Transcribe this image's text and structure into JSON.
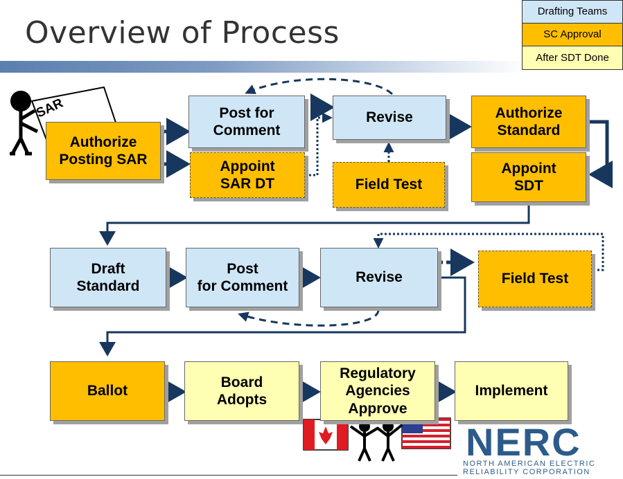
{
  "title": "Overview of Process",
  "legend": [
    "Drafting Teams",
    "SC Approval",
    "After SDT Done"
  ],
  "sar_label": "SAR",
  "boxes": {
    "authorize_posting_sar": "Authorize\nPosting SAR",
    "post_for_comment_1": "Post for\nComment",
    "appoint_sar_dt": "Appoint\nSAR DT",
    "revise_1": "Revise",
    "field_test_1": "Field Test",
    "authorize_standard": "Authorize\nStandard",
    "appoint_sdt": "Appoint\nSDT",
    "draft_standard": "Draft\nStandard",
    "post_for_comment_2": "Post\nfor Comment",
    "revise_2": "Revise",
    "field_test_2": "Field Test",
    "ballot": "Ballot",
    "board_adopts": "Board\nAdopts",
    "regulatory_agencies_approve": "Regulatory\nAgencies\nApprove",
    "implement": "Implement"
  },
  "logo": {
    "name": "NERC",
    "line1": "NORTH AMERICAN ELECTRIC",
    "line2": "RELIABILITY CORPORATION"
  },
  "colors": {
    "drafting": "#cfe6f7",
    "sc_approval": "#ffbf00",
    "after_sdt": "#ffffb3",
    "arrow": "#17375e"
  }
}
